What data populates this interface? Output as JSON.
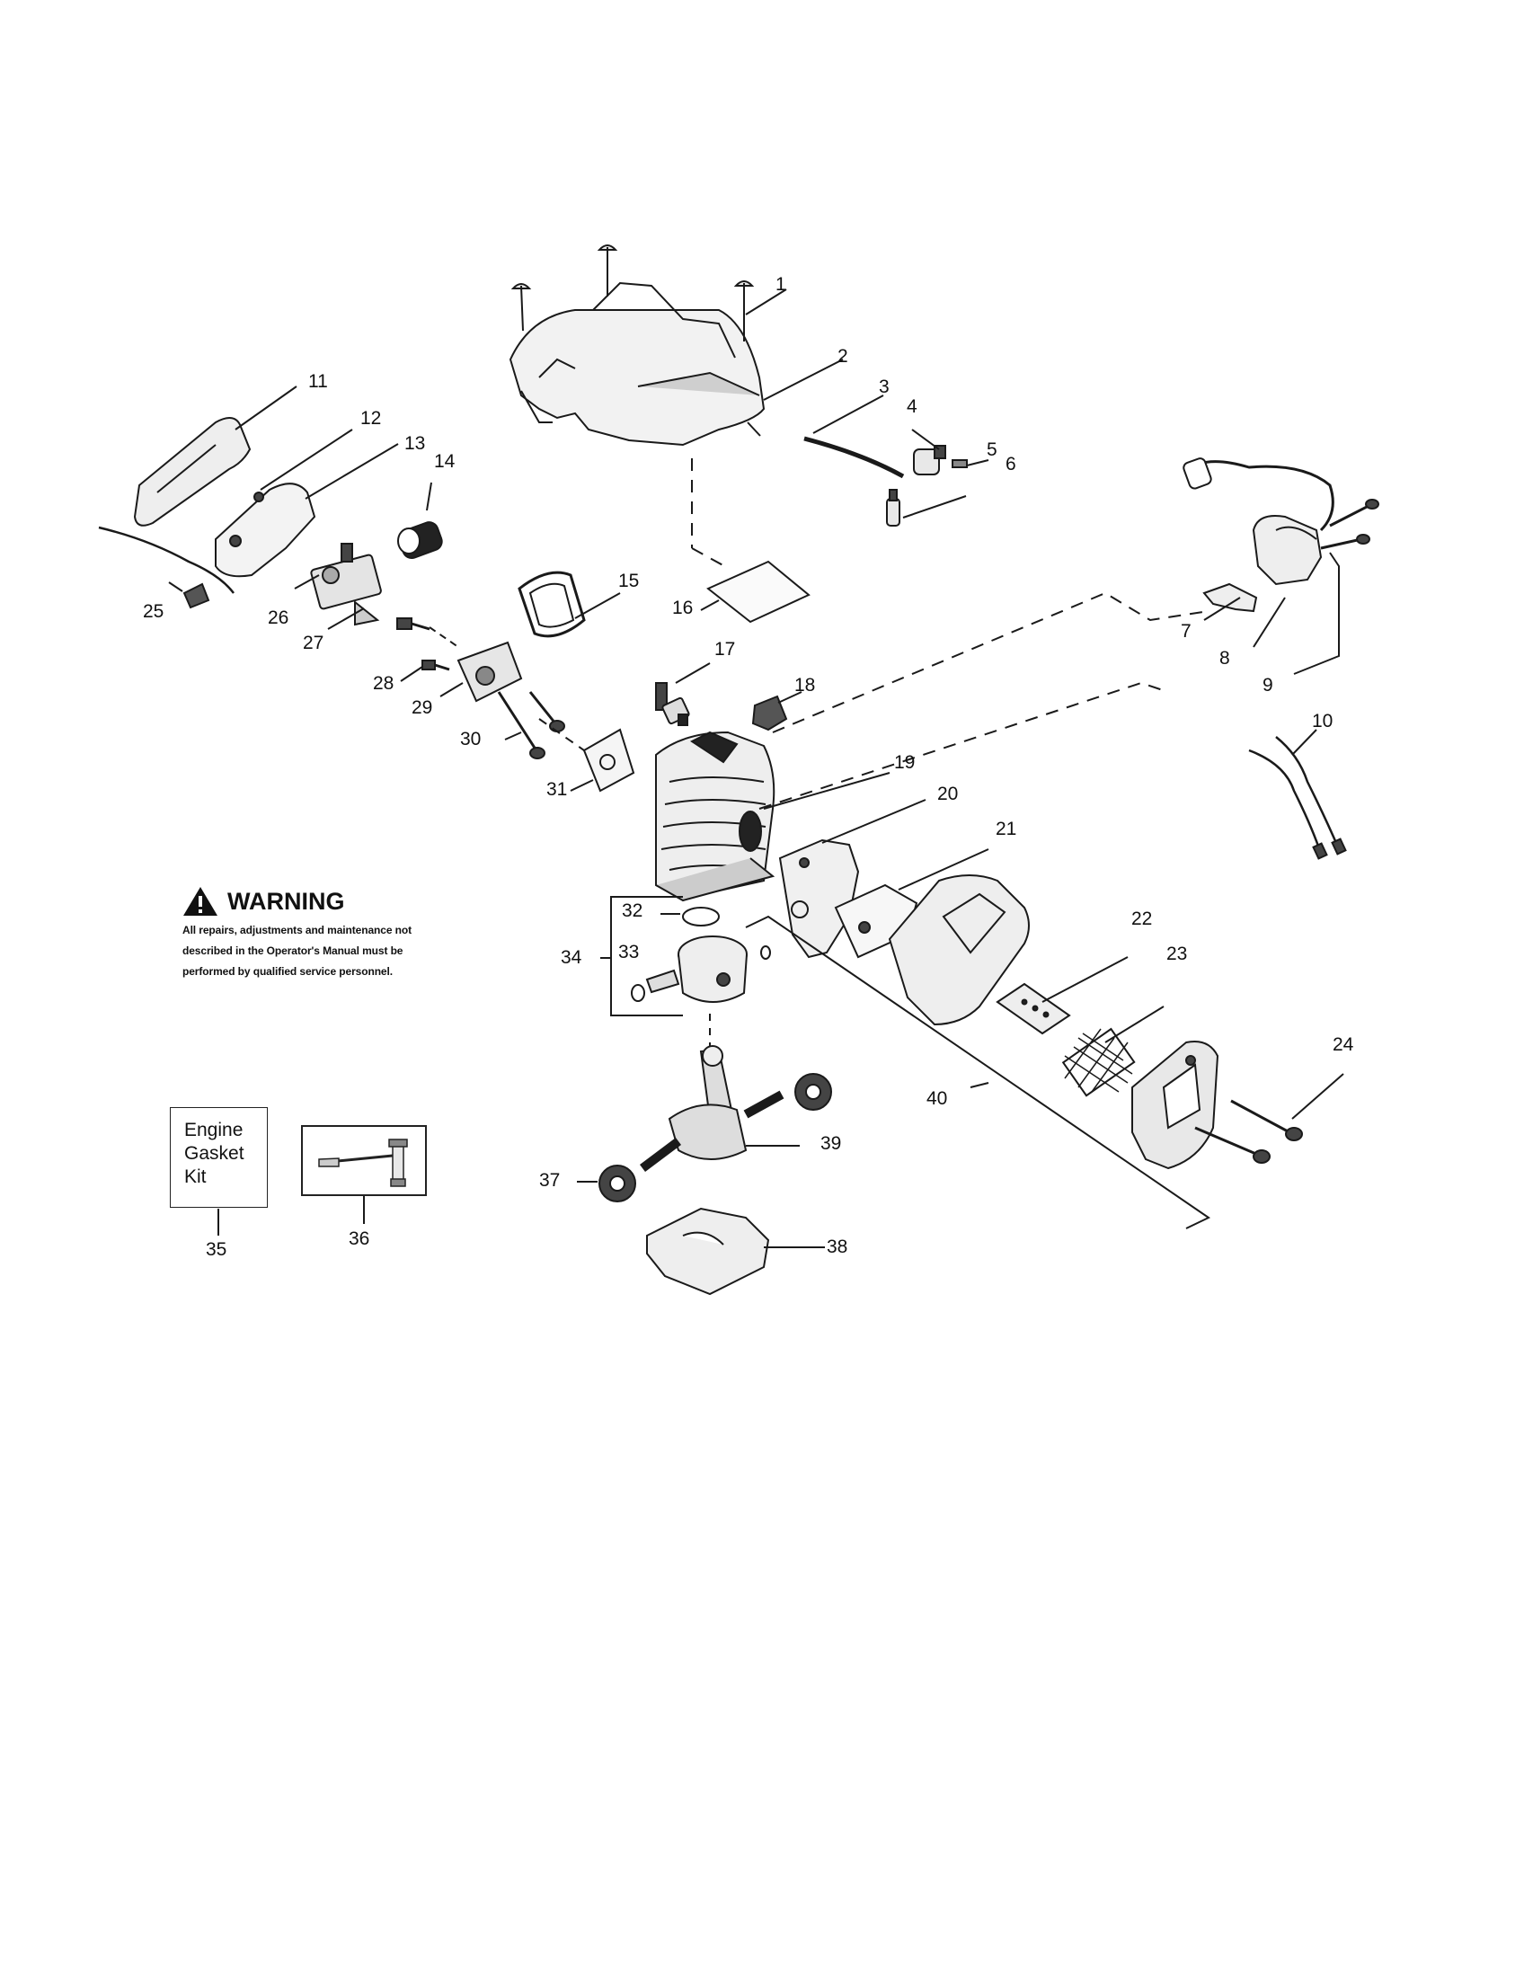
{
  "callouts": [
    "1",
    "2",
    "3",
    "4",
    "5",
    "6",
    "7",
    "8",
    "9",
    "10",
    "11",
    "12",
    "13",
    "14",
    "15",
    "16",
    "17",
    "18",
    "19",
    "20",
    "21",
    "22",
    "23",
    "24",
    "25",
    "26",
    "27",
    "28",
    "29",
    "30",
    "31",
    "32",
    "33",
    "34",
    "35",
    "36",
    "37",
    "38",
    "39",
    "40"
  ],
  "warning": {
    "title": "WARNING",
    "lines": [
      "All repairs, adjustments and maintenance not",
      "described in the Operator's Manual must be",
      "performed by qualified  service personnel."
    ],
    "icon": "warning-triangle-icon"
  },
  "kit_box": {
    "lines": [
      "Engine",
      "Gasket",
      "Kit"
    ]
  },
  "tool_box": {
    "icon": "t-wrench-screwdriver-icon"
  }
}
